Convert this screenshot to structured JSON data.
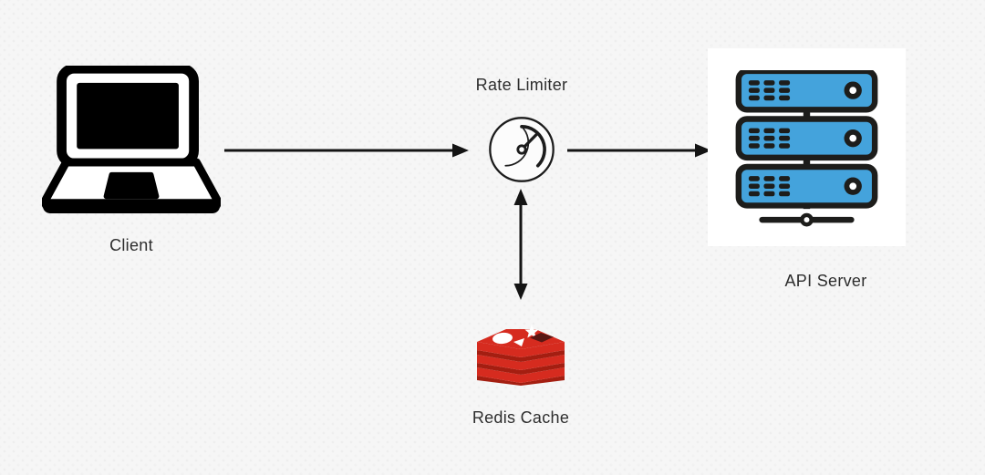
{
  "diagram": {
    "type": "architecture-flow",
    "nodes": [
      {
        "id": "client",
        "label": "Client",
        "icon": "laptop-icon"
      },
      {
        "id": "rate-limiter",
        "label": "Rate Limiter",
        "icon": "gauge-icon"
      },
      {
        "id": "api-server",
        "label": "API Server",
        "icon": "server-stack-icon"
      },
      {
        "id": "redis-cache",
        "label": "Redis Cache",
        "icon": "redis-icon"
      }
    ],
    "edges": [
      {
        "from": "client",
        "to": "rate-limiter",
        "direction": "one-way"
      },
      {
        "from": "rate-limiter",
        "to": "api-server",
        "direction": "one-way"
      },
      {
        "from": "rate-limiter",
        "to": "redis-cache",
        "direction": "two-way"
      }
    ],
    "colors": {
      "background": "#f6f6f6",
      "line": "#141414",
      "text": "#2d2d2d",
      "server_blue": "#44a3dc",
      "outline_black": "#1d1d1b",
      "redis_red": "#d62b1f",
      "redis_dark_red": "#a41e11",
      "redis_cube": "#591713",
      "card_white": "#ffffff"
    }
  }
}
